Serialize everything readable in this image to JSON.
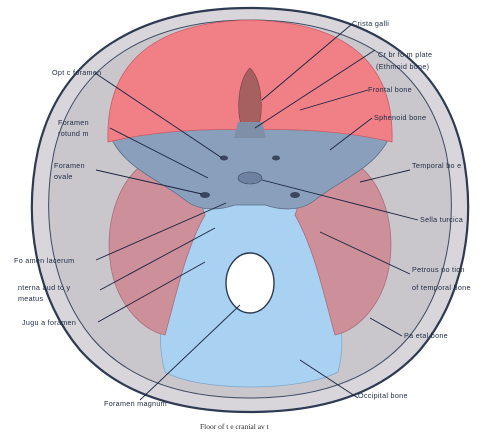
{
  "caption": "Floor of t e cranial av t",
  "colors": {
    "frontal": "#f07f86",
    "sphenoid": "#8a9fbb",
    "temporal": "#cd8f99",
    "occipital": "#a9d1f1",
    "skull_outline": "#2d3a52",
    "outer_bone": "#c9c6cc"
  },
  "labels": {
    "crista_galli": "Crista galli",
    "cribriform_line1": "Cr br fo m plate",
    "cribriform_line2": "(Ethmoid bone)",
    "frontal_bone": "Frontal bone",
    "sphenoid_bone": "Sphenoid bone",
    "temporal_bone": "Temporal bo e",
    "sella_turcica": "Sella turcica",
    "petrous_line1": "Petrous po tion",
    "petrous_line2": "of temporal bone",
    "parietal_bone": "Pa etal bone",
    "occipital_bone": "Occipital bone",
    "optic_foramen": "Opt c foramen",
    "foramen_rotundum_line1": "Foramen",
    "foramen_rotundum_line2": "rotund m",
    "foramen_ovale_line1": "Foramen",
    "foramen_ovale_line2": "ovale",
    "foramen_lacerum": "Fo amen lacerum",
    "internal_meatus_line1": "nterna aud to y",
    "internal_meatus_line2": "meatus",
    "jugular_foramen": "Jugu a foramen",
    "foramen_magnum": "Foramen magnum"
  }
}
